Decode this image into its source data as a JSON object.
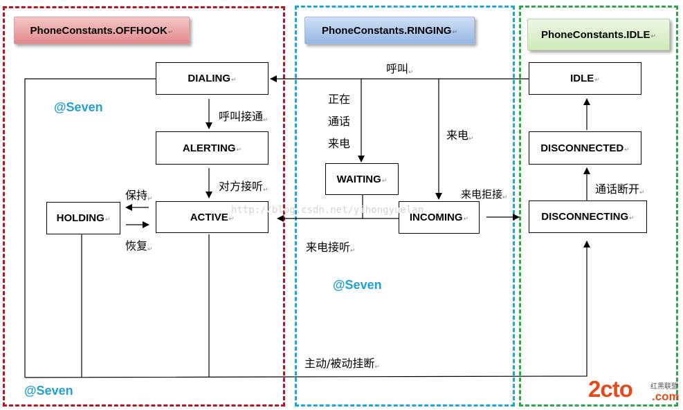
{
  "regions": {
    "offhook": "PhoneConstants.OFFHOOK",
    "ringing": "PhoneConstants.RINGING",
    "idle": "PhoneConstants.IDLE"
  },
  "states": {
    "dialing": "DIALING",
    "alerting": "ALERTING",
    "active": "ACTIVE",
    "holding": "HOLDING",
    "waiting": "WAITING",
    "incoming": "INCOMING",
    "idle": "IDLE",
    "disconnected": "DISCONNECTED",
    "disconnecting": "DISCONNECTING"
  },
  "transitions": {
    "call": "呼叫",
    "call_connected": "呼叫接通",
    "peer_answer": "对方接听",
    "hold": "保持",
    "resume": "恢复",
    "in_call_incoming": "正在\n通话\n来电",
    "incoming_call": "来电",
    "reject_incoming": "来电拒接",
    "answer_incoming": "来电接听",
    "call_disconnected": "通话断开",
    "hangup": "主动/被动挂断"
  },
  "watermarks": {
    "author_1": "@Seven",
    "author_2": "@Seven",
    "author_3": "@Seven",
    "url": "http://blog.csdn.net/yihongyuelan",
    "logo_main": "2cto",
    "logo_cn": "红黑联盟",
    "logo_domain": ".com"
  },
  "colors": {
    "offhook": "#c0141c",
    "ringing": "#1aa7df",
    "idle": "#2aa84a",
    "watermark": "#1ea0d8",
    "logo": "#e64a19"
  }
}
